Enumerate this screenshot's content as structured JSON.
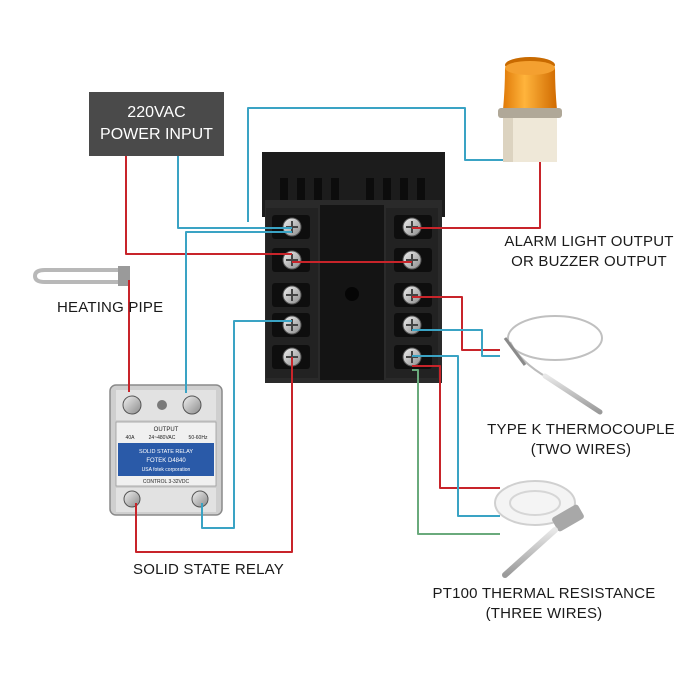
{
  "power_input": {
    "line1": "220VAC",
    "line2": "POWER INPUT"
  },
  "labels": {
    "alarm_line1": "ALARM LIGHT OUTPUT",
    "alarm_line2": "OR BUZZER OUTPUT",
    "heating_pipe": "HEATING PIPE",
    "thermocouple_line1": "TYPE K THERMOCOUPLE",
    "thermocouple_line2": "(TWO WIRES)",
    "ssr": "SOLID STATE RELAY",
    "pt100_line1": "PT100 THERMAL RESISTANCE",
    "pt100_line2": "(THREE WIRES)"
  },
  "relay_module": {
    "output_label": "OUTPUT",
    "current": "40A",
    "voltage": "24~480VAC",
    "frequency": "50-60Hz",
    "title": "SOLID STATE RELAY",
    "model": "FOTEK D4840",
    "brand": "USA fotek corporation",
    "control": "CONTROL 3-32VDC"
  },
  "colors": {
    "wire_red": "#c8242a",
    "wire_cyan": "#3aa3c4",
    "wire_green": "#6aaa7c",
    "controller_body": "#1c1c1c",
    "ssr_panel": "#2a5aa8",
    "beacon": "#f08a10"
  }
}
